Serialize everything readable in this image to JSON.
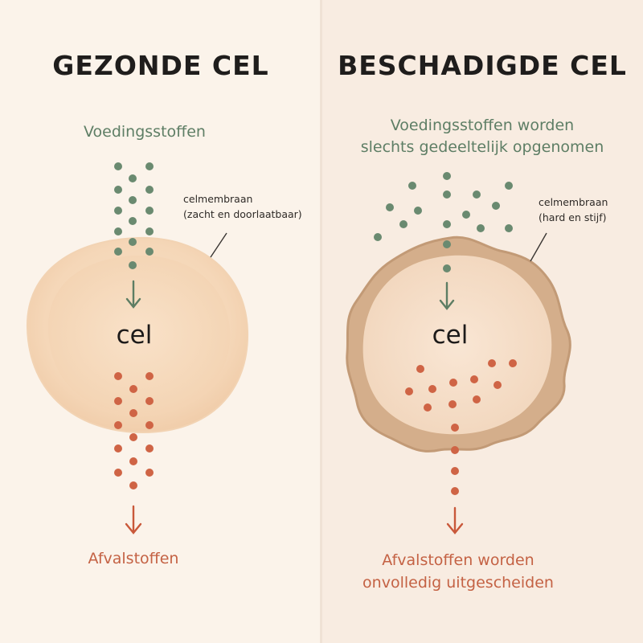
{
  "healthy": {
    "title": "GEZONDE CEL",
    "nutrients_label": "Voedingsstoffen",
    "membrane_label": "celmembraan",
    "membrane_desc": "(zacht en doorlaatbaar)",
    "cell_label": "cel",
    "waste_label": "Afvalstoffen"
  },
  "damaged": {
    "title": "BESCHADIGDE CEL",
    "nutrients_line1": "Voedingsstoffen worden",
    "nutrients_line2": "slechts gedeeltelijk opgenomen",
    "membrane_label": "celmembraan",
    "membrane_desc": "(hard en stijf)",
    "cell_label": "cel",
    "waste_line1": "Afvalstoffen worden",
    "waste_line2": "onvolledig uitgescheiden"
  },
  "colors": {
    "nutrient": "#6a8a70",
    "waste": "#cf6445",
    "healthy_cell": "#f6dcc0",
    "damaged_membrane": "#cfa985"
  }
}
